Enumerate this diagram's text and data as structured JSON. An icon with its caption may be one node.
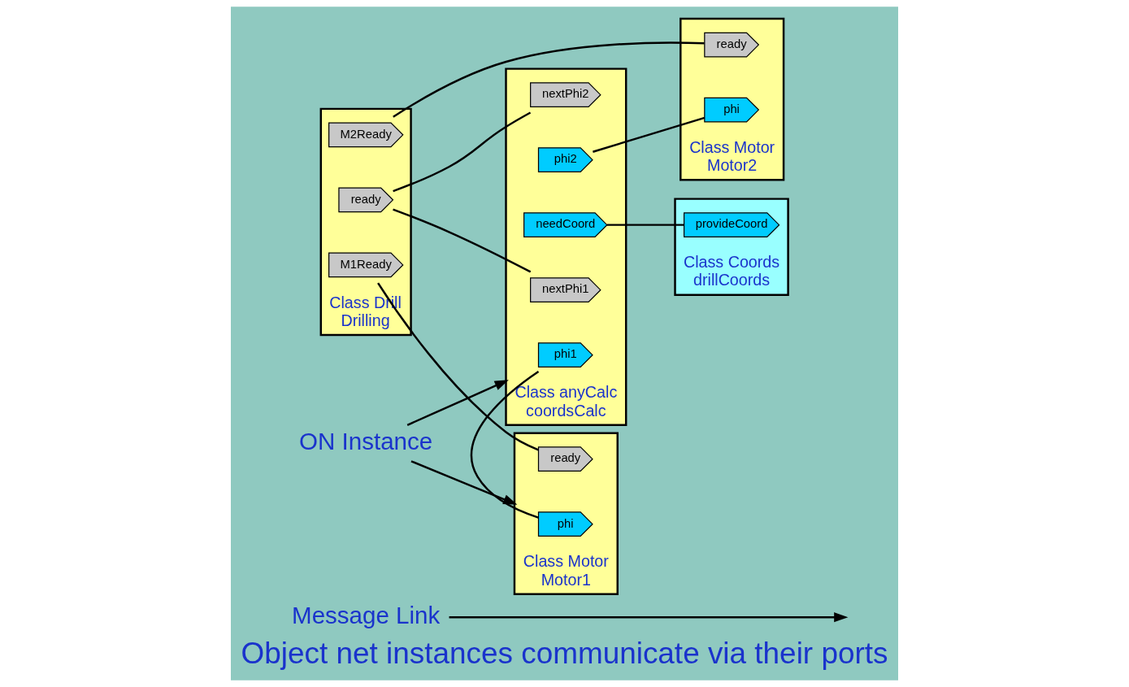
{
  "diagram": {
    "caption": "Object net instances communicate via their ports",
    "nodes": [
      {
        "text": [
          "Message Link"
        ]
      },
      {
        "text": [
          "ON Instance"
        ]
      },
      {
        "text": [
          "Class anyCalc",
          "coordsCalc"
        ]
      },
      {
        "text": [
          "phi1"
        ],
        "in": 2
      },
      {
        "text": [
          "phi2"
        ],
        "in": 2
      },
      {
        "text": [
          "needCoord"
        ],
        "in": 2
      },
      {
        "text": [
          "nextPhi1"
        ],
        "in": 2
      },
      {
        "text": [
          "nextPhi2"
        ],
        "in": 2
      },
      {
        "text": [
          "Class Motor",
          "Motor1"
        ]
      },
      {
        "text": [
          "phi"
        ],
        "in": 8
      },
      {
        "text": [
          "ready"
        ],
        "in": 8
      },
      {
        "text": [
          "Class Motor",
          "Motor2"
        ]
      },
      {
        "text": [
          "phi"
        ],
        "in": 11
      },
      {
        "text": [
          "ready"
        ],
        "in": 11
      },
      {
        "text": [
          "Class Coords",
          "drillCoords"
        ]
      },
      {
        "text": [
          "provideCoord"
        ],
        "in": 14
      },
      {
        "text": [
          "Class Drill",
          "Drilling"
        ]
      },
      {
        "text": [
          "M1Ready"
        ],
        "in": 16
      },
      {
        "text": [
          "ready"
        ],
        "in": 16
      },
      {
        "text": [
          "M2Ready"
        ],
        "in": 16
      }
    ],
    "edges": [
      {
        "from": 0,
        "to": null,
        "arrow": "to"
      },
      {
        "from": 1,
        "to": 2,
        "arrow": "to"
      },
      {
        "from": 1,
        "to": 8,
        "arrow": "to"
      },
      {
        "from": 3,
        "to": 9,
        "arrow": "none"
      },
      {
        "from": 4,
        "to": 12,
        "arrow": "none"
      },
      {
        "from": 5,
        "to": 15,
        "arrow": "none"
      },
      {
        "from": 10,
        "to": 17,
        "arrow": "none"
      },
      {
        "from": 13,
        "to": 19,
        "arrow": "none"
      },
      {
        "from": 18,
        "to": 6,
        "arrow": "none"
      },
      {
        "from": 18,
        "to": 7,
        "arrow": "none"
      }
    ]
  }
}
